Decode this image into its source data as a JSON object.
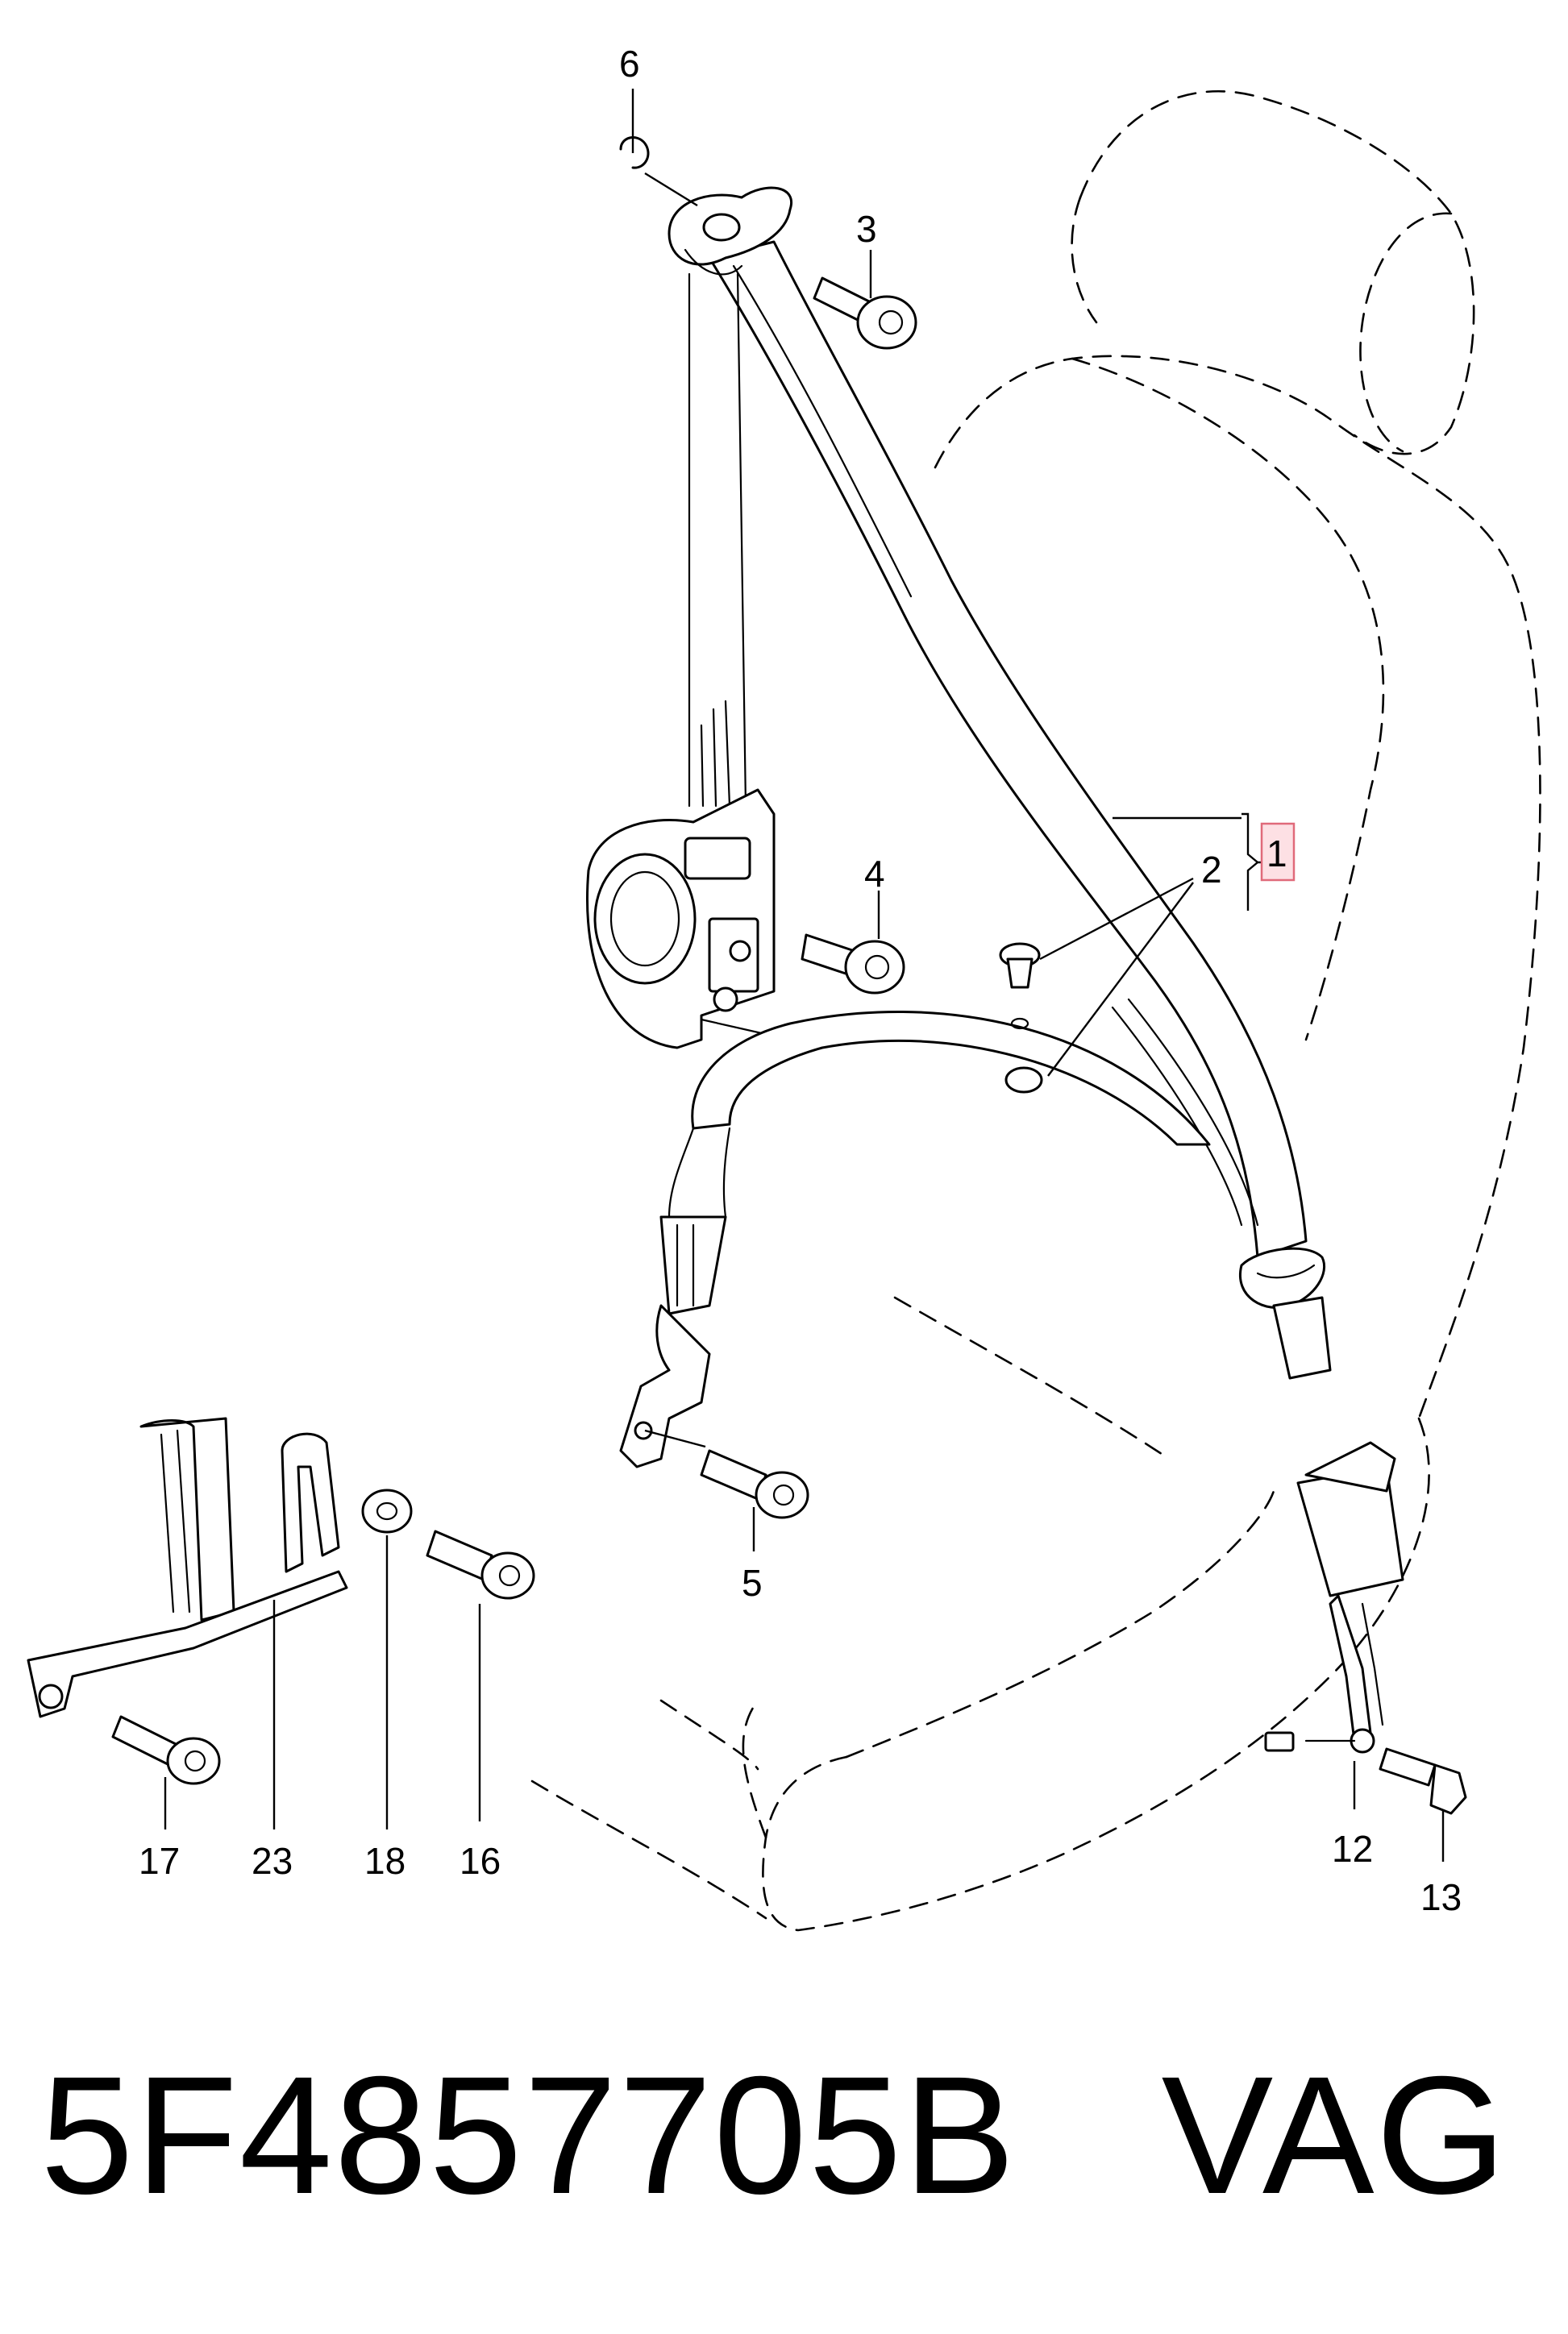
{
  "callouts": {
    "c1": "1",
    "c2": "2",
    "c3": "3",
    "c4": "4",
    "c5": "5",
    "c6": "6",
    "c12": "12",
    "c13": "13",
    "c16": "16",
    "c17": "17",
    "c18": "18",
    "c23": "23"
  },
  "highlighted_callout": "1",
  "part_number": "5F4857705B",
  "brand": "VAG",
  "colors": {
    "line": "#000000",
    "highlight_fill": "#fde0e4",
    "highlight_stroke": "#e06a7a"
  }
}
